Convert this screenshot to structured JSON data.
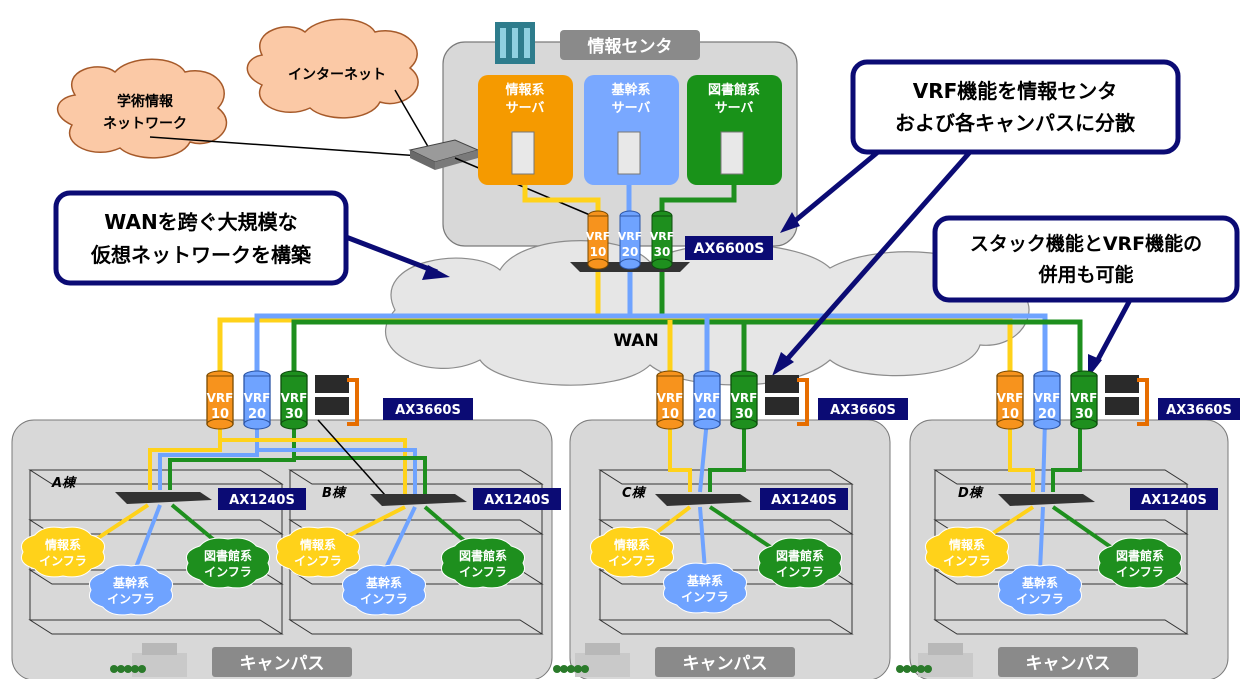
{
  "center": {
    "title": "情報センタ"
  },
  "servers": [
    {
      "line1": "情報系",
      "line2": "サーバ",
      "color": "#f59a00"
    },
    {
      "line1": "基幹系",
      "line2": "サーバ",
      "color": "#79a8ff"
    },
    {
      "line1": "図書館系",
      "line2": "サーバ",
      "color": "#199219"
    }
  ],
  "clouds": {
    "academic_l1": "学術情報",
    "academic_l2": "ネットワーク",
    "internet": "インターネット",
    "wan": "WAN"
  },
  "core_switch": "AX6600S",
  "vrf": [
    {
      "top": "VRF",
      "num": "10",
      "color": "#f7931d"
    },
    {
      "top": "VRF",
      "num": "20",
      "color": "#6fa3ff"
    },
    {
      "top": "VRF",
      "num": "30",
      "color": "#1e8f1e"
    }
  ],
  "callouts": {
    "vrf_dist_1": "VRF機能を情報センタ",
    "vrf_dist_2": "および各キャンパスに分散",
    "wan_1": "WANを跨ぐ大規模な",
    "wan_2": "仮想ネットワークを構築",
    "stack_1": "スタック機能とVRF機能の",
    "stack_2": "併用も可能"
  },
  "campus_switch": "AX3660S",
  "edge_switch": "AX1240S",
  "buildings": [
    "A棟",
    "B棟",
    "C棟",
    "D棟"
  ],
  "infra": {
    "info_1": "情報系",
    "info_2": "インフラ",
    "core_1": "基幹系",
    "core_2": "インフラ",
    "lib_1": "図書館系",
    "lib_2": "インフラ"
  },
  "campus_label": "キャンパス",
  "colors": {
    "orange": "#f5a100",
    "yellow": "#ffd21a",
    "blue": "#6fa3ff",
    "green": "#1e8f1e",
    "navy": "#0b0b74",
    "cloud": "#fbc9a6"
  }
}
